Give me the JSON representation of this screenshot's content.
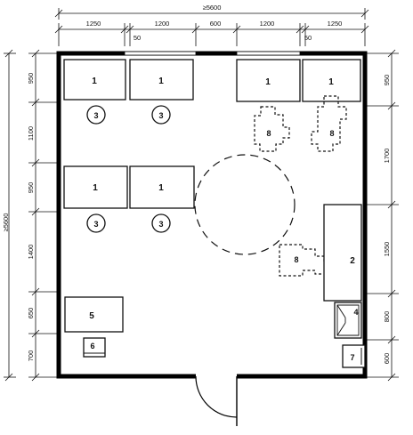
{
  "dimensions": {
    "overall_width": "≥5600",
    "overall_height": "≥5600",
    "top": [
      "1250",
      "1200",
      "600",
      "1200",
      "1250"
    ],
    "top_gaps": [
      "50",
      "50"
    ],
    "left": [
      "950",
      "1100",
      "950",
      "1400",
      "650",
      "700"
    ],
    "right": [
      "950",
      "1700",
      "1550",
      "800",
      "600"
    ]
  },
  "labels": {
    "desk": "1",
    "cabinet": "2",
    "seat": "3",
    "unit4": "4",
    "table5": "5",
    "item6": "6",
    "item7": "7",
    "workstation": "8"
  }
}
